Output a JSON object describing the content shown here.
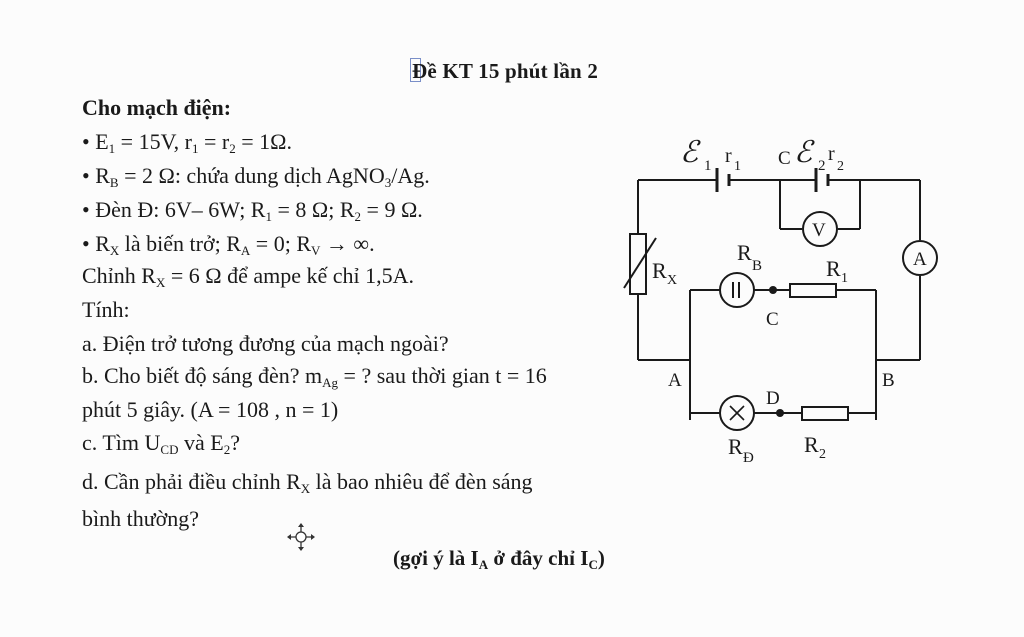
{
  "title": "Đề KT 15 phút lần 2",
  "intro": "Cho mạch điện:",
  "bullets": {
    "b1": {
      "e": "E",
      "e_sub": "1",
      "eq1": " = 15V, r",
      "r1_sub": "1",
      "eq2": " = r",
      "r2_sub": "2",
      "eq3": " = 1Ω."
    },
    "b2": {
      "r": "R",
      "r_sub": "B",
      "rest": " = 2 Ω: chứa dung dịch AgNO",
      "no_sub": "3",
      "tail": "/Ag."
    },
    "b3": {
      "a": "Đèn Đ: 6V– 6W; R",
      "a_sub": "1",
      "b": " = 8 Ω; R",
      "b_sub": "2",
      "c": " = 9 Ω."
    },
    "b4": {
      "a": "R",
      "a_sub": "X",
      "b": " là biến trở; R",
      "b_sub": "A",
      "c": " = 0; R",
      "c_sub": "V",
      "d": " → ∞."
    }
  },
  "adjust": {
    "a": "Chỉnh R",
    "a_sub": "X",
    "b": " = 6 Ω để ampe kế chỉ 1,5A."
  },
  "compute": "Tính:",
  "qa": "a. Điện trở tương đương của mạch ngoài?",
  "qb": {
    "a": "b. Cho biết độ sáng đèn? m",
    "a_sub": "Ag",
    "b": " = ? sau thời gian t = 16"
  },
  "qb2": "phút 5 giây. (A = 108 , n = 1)",
  "qc": {
    "a": "c. Tìm U",
    "a_sub": "CD",
    "b": " và E",
    "b_sub": "2",
    "c": "?"
  },
  "qd": {
    "a": "d. Cần phải điều chỉnh R",
    "a_sub": "X",
    "b": " là bao nhiêu để đèn sáng"
  },
  "qd2": "bình thường?",
  "hint": {
    "a": "(gợi ý là I",
    "a_sub": "A",
    "b": " ở đây chỉ I",
    "b_sub": "C",
    "c": ")"
  },
  "circuit": {
    "e1": "ℰ",
    "e1_sub": "1",
    "r1": "r",
    "r1_sub": "1",
    "c_top": "C",
    "e2": "ℰ",
    "e2_sub": "2",
    "r2": "r",
    "r2_sub": "2",
    "voltmeter": "V",
    "ammeter": "A",
    "rx": "R",
    "rx_sub": "X",
    "rb": "R",
    "rb_sub": "B",
    "R1": "R",
    "R1_sub": "1",
    "c_mid": "C",
    "node_a": "A",
    "node_b": "B",
    "node_d": "D",
    "lamp": "X",
    "rd": "R",
    "rd_sub": "Đ",
    "R2": "R",
    "R2_sub": "2"
  }
}
